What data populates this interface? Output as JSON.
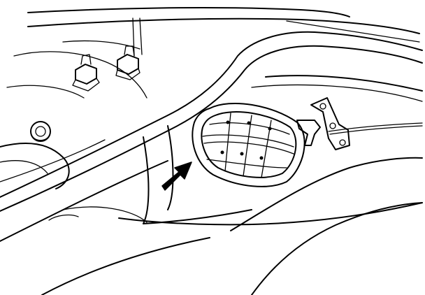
{
  "illustration": {
    "parts": [
      "body-panel",
      "bolt",
      "nut",
      "vent-grille",
      "hinge-bracket",
      "cable",
      "pointer-arrow"
    ]
  },
  "colors": {
    "line": "#000000",
    "background": "#ffffff"
  }
}
